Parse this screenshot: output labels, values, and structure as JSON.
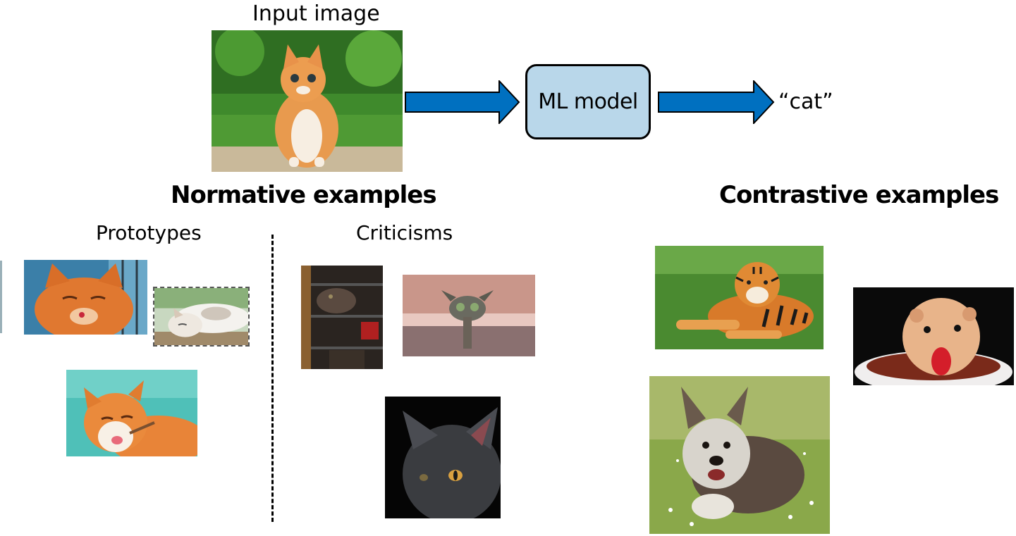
{
  "input": {
    "label": "Input image",
    "photo": "kitten-photo"
  },
  "model": {
    "label": "ML model"
  },
  "output": {
    "label": "“cat”"
  },
  "normative": {
    "heading": "Normative examples",
    "prototypes": {
      "label": "Prototypes",
      "photos": [
        "cat-squinting-photo",
        "cat-sleeping-photo",
        "cat-licking-photo"
      ]
    },
    "criticisms": {
      "label": "Criticisms",
      "photos": [
        "cat-in-shelf-photo",
        "cat-peeking-photo",
        "black-cat-photo"
      ]
    }
  },
  "contrastive": {
    "heading": "Contrastive examples",
    "photos": [
      "tiger-photo",
      "hamster-photo",
      "dog-running-photo"
    ]
  },
  "colors": {
    "arrow_fill": "#0070c0",
    "model_box_fill": "#b9d7ea"
  }
}
